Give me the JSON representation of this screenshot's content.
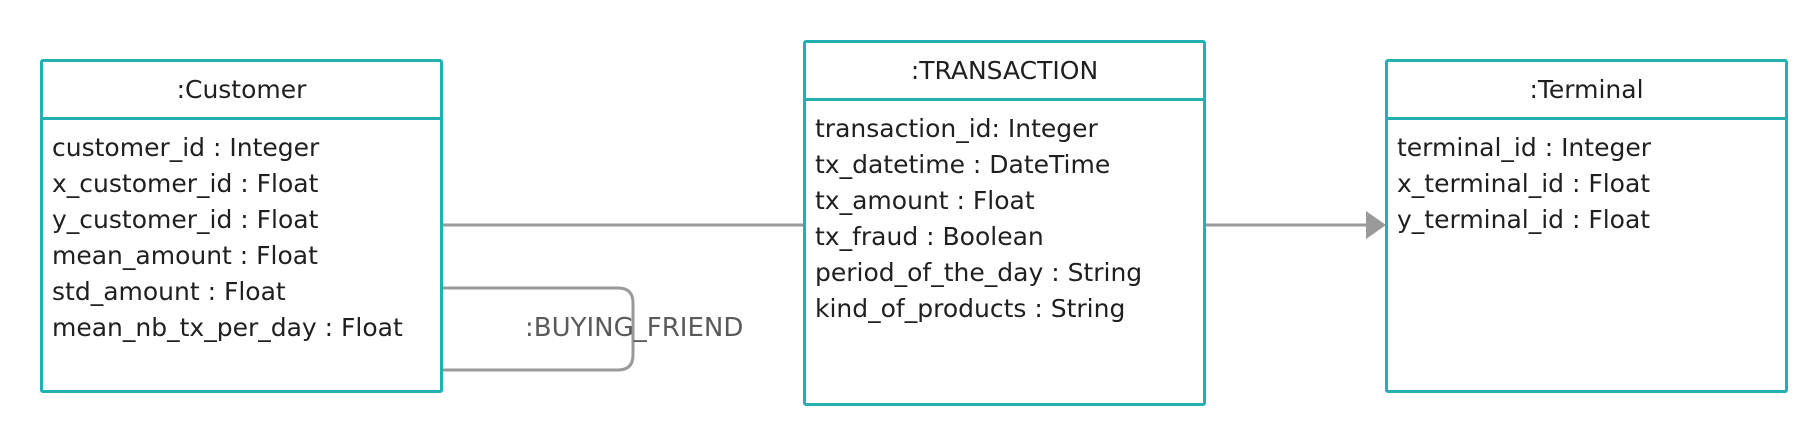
{
  "colors": {
    "box_border": "#22b0b2",
    "connector": "#9a9a9a",
    "text": "#1f1f1f",
    "label_text": "#5a5a5a"
  },
  "entities": {
    "customer": {
      "title": ":Customer",
      "attributes": [
        "customer_id : Integer",
        "x_customer_id : Float",
        "y_customer_id : Float",
        "mean_amount : Float",
        "std_amount : Float",
        "mean_nb_tx_per_day : Float"
      ]
    },
    "transaction": {
      "title": ":TRANSACTION",
      "attributes": [
        "transaction_id: Integer",
        "tx_datetime : DateTime",
        "tx_amount : Float",
        "tx_fraud : Boolean",
        "period_of_the_day : String",
        "kind_of_products : String"
      ]
    },
    "terminal": {
      "title": ":Terminal",
      "attributes": [
        "terminal_id : Integer",
        "x_terminal_id : Float",
        "y_terminal_id : Float"
      ]
    }
  },
  "relationships": {
    "buying_friend": ":BUYING_FRIEND"
  }
}
